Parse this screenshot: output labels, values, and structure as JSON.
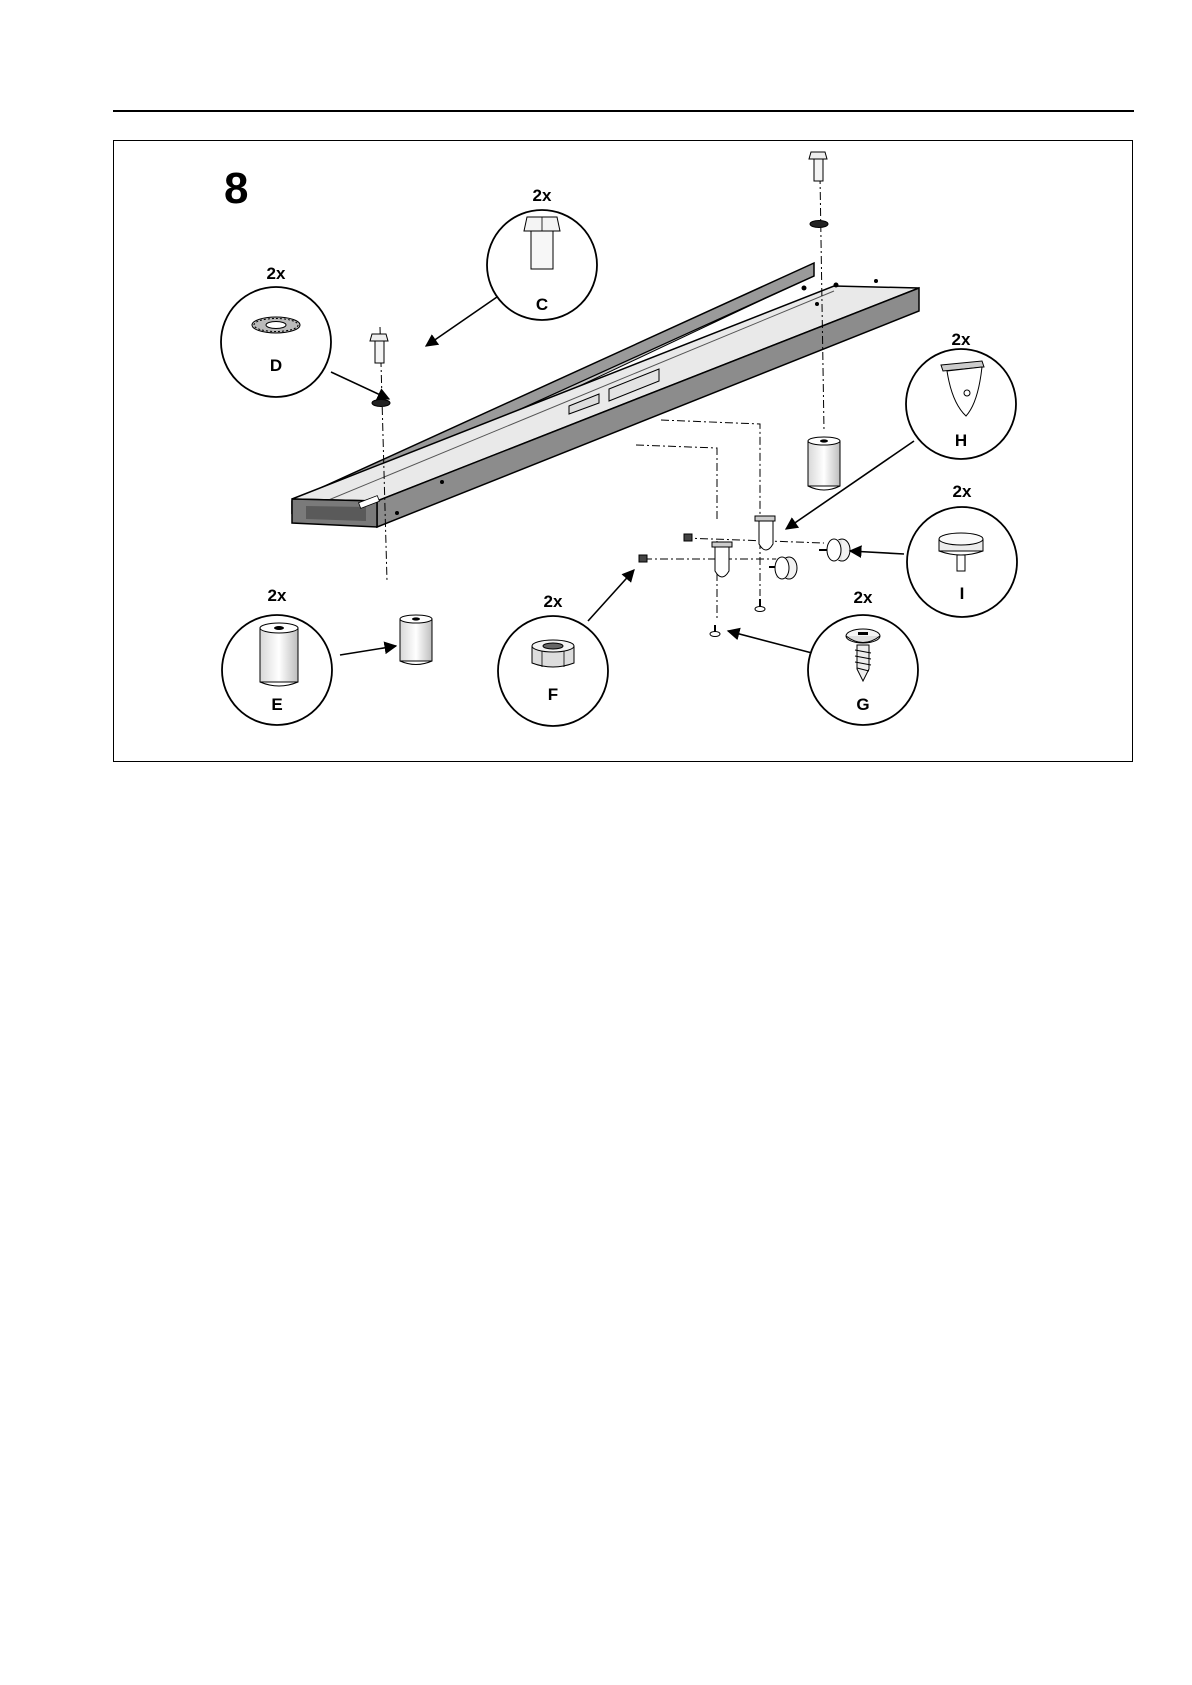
{
  "step": {
    "number": "8"
  },
  "parts": [
    {
      "letter": "C",
      "quantity": "2x",
      "icon": "hex-bolt-icon"
    },
    {
      "letter": "D",
      "quantity": "2x",
      "icon": "lock-washer-icon"
    },
    {
      "letter": "E",
      "quantity": "2x",
      "icon": "spacer-icon"
    },
    {
      "letter": "F",
      "quantity": "2x",
      "icon": "nut-icon"
    },
    {
      "letter": "G",
      "quantity": "2x",
      "icon": "tapping-screw-icon"
    },
    {
      "letter": "H",
      "quantity": "2x",
      "icon": "bracket-icon"
    },
    {
      "letter": "I",
      "quantity": "2x",
      "icon": "bumper-icon"
    }
  ]
}
